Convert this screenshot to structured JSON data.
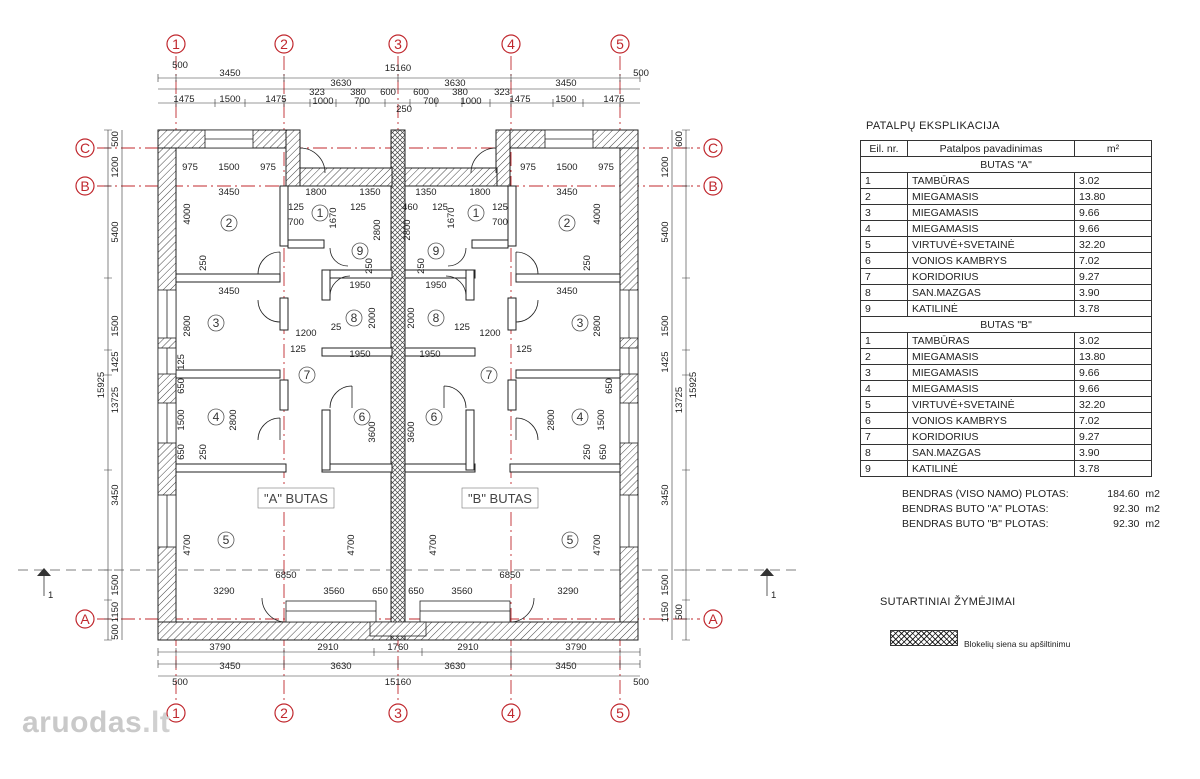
{
  "axes": {
    "numbers": [
      "1",
      "2",
      "3",
      "4",
      "5"
    ],
    "letters": [
      "C",
      "B",
      "A"
    ]
  },
  "dims": {
    "top_row1": [
      "500",
      "3450",
      "15160",
      "500"
    ],
    "top_row2": [
      "3630",
      "3630",
      "3450"
    ],
    "top_row3": [
      "1475",
      "1500",
      "1475",
      "323",
      "380",
      "600",
      "600",
      "380",
      "323",
      "1475",
      "1500",
      "1475"
    ],
    "top_row3b": [
      "1000",
      "700",
      "700",
      "1000",
      "250"
    ],
    "bottom_row1": [
      "3790",
      "2910",
      "1760",
      "2910",
      "3790"
    ],
    "bottom_row2": [
      "3450",
      "3630",
      "3630",
      "3450"
    ],
    "bottom_row3": [
      "500",
      "15160",
      "500"
    ],
    "left": [
      "500",
      "1200",
      "5400",
      "1500",
      "1425",
      "15925",
      "13725",
      "3450",
      "1500",
      "1150",
      "500"
    ],
    "right": [
      "600",
      "1200",
      "5400",
      "1500",
      "1425",
      "15925",
      "13725",
      "3450",
      "1500",
      "1150",
      "500"
    ],
    "inner": {
      "w975a": "975",
      "w1500": "1500",
      "w975b": "975",
      "w3450": "3450",
      "w1800": "1800",
      "w1350": "1350",
      "w460": "460",
      "w125": "125",
      "w700": "700",
      "w1670": "1670",
      "w4000": "4000",
      "w2800": "2800",
      "w250": "250",
      "w1950": "1950",
      "w1200": "1200",
      "w2000": "2000",
      "w25": "25",
      "w650": "650",
      "w3600": "3600",
      "w4700": "4700",
      "w6850": "6850",
      "w3290": "3290",
      "w3560": "3560"
    }
  },
  "rooms": [
    "1",
    "2",
    "3",
    "4",
    "5",
    "6",
    "7",
    "8",
    "9"
  ],
  "apartments": {
    "a_label": "\"A\" BUTAS",
    "b_label": "\"B\" BUTAS"
  },
  "section": "1",
  "explication": {
    "title": "PATALPŲ EKSPLIKACIJA",
    "headers": [
      "Eil. nr.",
      "Patalpos pavadinimas",
      "m²"
    ],
    "groups": [
      {
        "name": "BUTAS \"A\"",
        "rows": [
          [
            "1",
            "TAMBŪRAS",
            "3.02"
          ],
          [
            "2",
            "MIEGAMASIS",
            "13.80"
          ],
          [
            "3",
            "MIEGAMASIS",
            "9.66"
          ],
          [
            "4",
            "MIEGAMASIS",
            "9.66"
          ],
          [
            "5",
            "VIRTUVĖ+SVETAINĖ",
            "32.20"
          ],
          [
            "6",
            "VONIOS KAMBRYS",
            "7.02"
          ],
          [
            "7",
            "KORIDORIUS",
            "9.27"
          ],
          [
            "8",
            "SAN.MAZGAS",
            "3.90"
          ],
          [
            "9",
            "KATILINĖ",
            "3.78"
          ]
        ]
      },
      {
        "name": "BUTAS \"B\"",
        "rows": [
          [
            "1",
            "TAMBŪRAS",
            "3.02"
          ],
          [
            "2",
            "MIEGAMASIS",
            "13.80"
          ],
          [
            "3",
            "MIEGAMASIS",
            "9.66"
          ],
          [
            "4",
            "MIEGAMASIS",
            "9.66"
          ],
          [
            "5",
            "VIRTUVĖ+SVETAINĖ",
            "32.20"
          ],
          [
            "6",
            "VONIOS KAMBRYS",
            "7.02"
          ],
          [
            "7",
            "KORIDORIUS",
            "9.27"
          ],
          [
            "8",
            "SAN.MAZGAS",
            "3.90"
          ],
          [
            "9",
            "KATILINĖ",
            "3.78"
          ]
        ]
      }
    ],
    "totals": [
      {
        "label": "BENDRAS (VISO NAMO) PLOTAS:",
        "value": "184.60",
        "unit": "m2"
      },
      {
        "label": "BENDRAS BUTO \"A\" PLOTAS:",
        "value": "92.30",
        "unit": "m2"
      },
      {
        "label": "BENDRAS BUTO \"B\" PLOTAS:",
        "value": "92.30",
        "unit": "m2"
      }
    ]
  },
  "legend": {
    "title": "SUTARTINIAI ŽYMĖJIMAI",
    "item": "Blokelių siena su apšiltinimu"
  },
  "watermark": {
    "brand": "aruodas",
    "tld": ".lt"
  },
  "colors": {
    "axis": "#c0282e",
    "wall": "#333333"
  }
}
